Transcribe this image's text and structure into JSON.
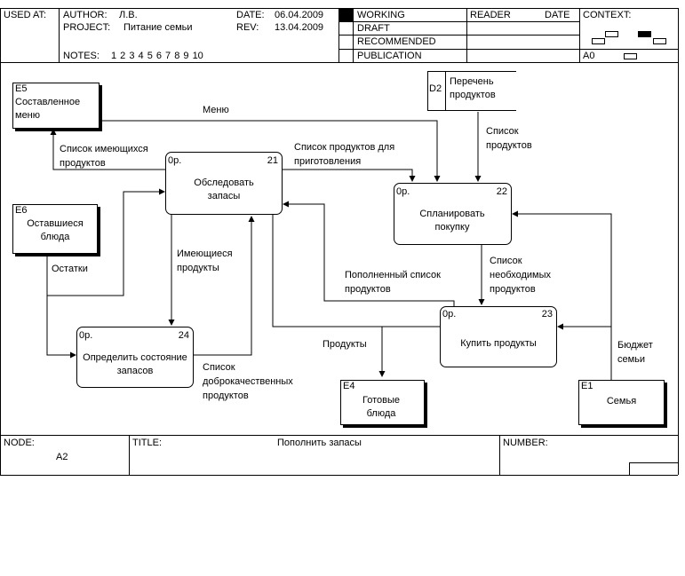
{
  "header": {
    "used_at": "USED AT:",
    "author_label": "AUTHOR:",
    "author_value": "Л.В.",
    "project_label": "PROJECT:",
    "project_value": "Питание семьи",
    "date_label": "DATE:",
    "date_value": "06.04.2009",
    "rev_label": "REV:",
    "rev_value": "13.04.2009",
    "notes_label": "NOTES:",
    "notes_value": "1  2  3  4  5  6  7  8  9  10",
    "status": [
      "WORKING",
      "DRAFT",
      "RECOMMENDED",
      "PUBLICATION"
    ],
    "reader_label": "READER",
    "reader_date_label": "DATE",
    "context_label": "CONTEXT:",
    "context_node": "A0"
  },
  "footer": {
    "node_label": "NODE:",
    "node_value": "A2",
    "title_label": "TITLE:",
    "title_value": "Пополнить  запасы",
    "number_label": "NUMBER:"
  },
  "activities": [
    {
      "id": "21",
      "cost": "0р.",
      "label": "Обследовать запасы"
    },
    {
      "id": "22",
      "cost": "0р.",
      "label": "Спланировать покупку"
    },
    {
      "id": "23",
      "cost": "0р.",
      "label": "Купить продукты"
    },
    {
      "id": "24",
      "cost": "0р.",
      "label": "Определить состояние запасов"
    }
  ],
  "externals": [
    {
      "id": "E5",
      "label": "Составленное меню"
    },
    {
      "id": "E6",
      "label": "Оставшиеся блюда"
    },
    {
      "id": "E4",
      "label": "Готовые блюда"
    },
    {
      "id": "E1",
      "label": "Семья"
    }
  ],
  "store": {
    "id": "D2",
    "label": "Перечень продуктов"
  },
  "flows": {
    "menu": "Меню",
    "existing_list": "Список имеющихся продуктов",
    "cook_list": "Список продуктов для приготовления",
    "store_list": "Список продуктов",
    "needed_list": "Список необходимых продуктов",
    "replenished": "Пополненный список продуктов",
    "leftovers": "Остатки",
    "existing": "Имеющиеся продукты",
    "good_list": "Список доброкачественных продуктов",
    "products": "Продукты",
    "budget": "Бюджет семьи"
  }
}
